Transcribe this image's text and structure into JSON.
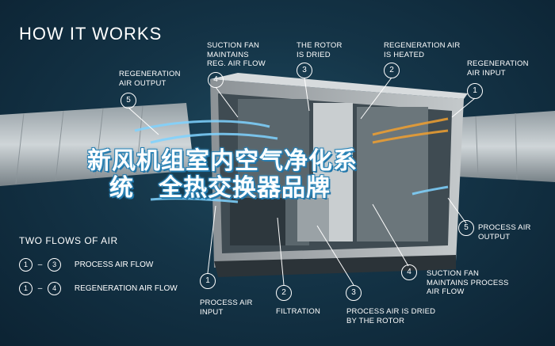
{
  "title": "HOW IT WORKS",
  "overlay_title_line1": "新风机组室内空气净化系",
  "overlay_title_line2": "统　全热交换器品牌",
  "top_labels": [
    {
      "num": "5",
      "text": "REGENERATION\nAIR OUTPUT"
    },
    {
      "num": "4",
      "text": "SUCTION FAN\nMAINTAINS\nREG. AIR FLOW"
    },
    {
      "num": "3",
      "text": "THE ROTOR\nIS DRIED"
    },
    {
      "num": "2",
      "text": "REGENERATION AIR\nIS HEATED"
    },
    {
      "num": "1",
      "text": "REGENERATION\nAIR INPUT"
    }
  ],
  "bottom_labels": [
    {
      "num": "1",
      "text": "PROCESS AIR\nINPUT"
    },
    {
      "num": "2",
      "text": "FILTRATION"
    },
    {
      "num": "3",
      "text": "PROCESS AIR IS DRIED\nBY THE ROTOR"
    },
    {
      "num": "4",
      "text": "SUCTION FAN\nMAINTAINS PROCESS\nAIR FLOW"
    },
    {
      "num": "5",
      "text": "PROCESS AIR\nOUTPUT"
    }
  ],
  "legend": {
    "title": "TWO FLOWS OF AIR",
    "rows": [
      {
        "from": "1",
        "to": "3",
        "label": "PROCESS AIR FLOW"
      },
      {
        "from": "1",
        "to": "4",
        "label": "REGENERATION AIR FLOW"
      }
    ]
  },
  "colors": {
    "background": "#143447",
    "text": "#ffffff",
    "overlay_shadow": "#1a6fa3",
    "airflow": "#7fd3ff",
    "heat": "#f0a030"
  }
}
